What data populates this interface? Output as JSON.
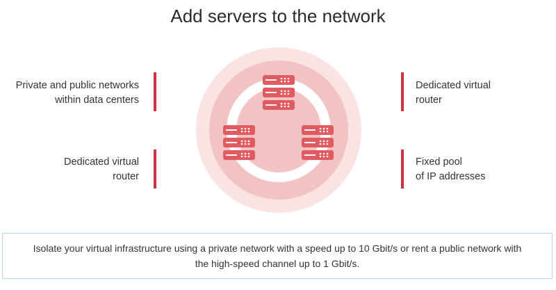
{
  "title": "Add servers to the network",
  "features": {
    "left_top": [
      "Private and public networks",
      "within data centers"
    ],
    "left_bottom": [
      "Dedicated virtual",
      "router"
    ],
    "right_top": [
      "Dedicated virtual",
      "router"
    ],
    "right_bottom": [
      "Fixed pool",
      "of IP addresses"
    ]
  },
  "footer": {
    "line1": "Isolate your virtual infrastructure using a private network with a speed up to 10 Gbit/s or rent a public network with",
    "line2": "the high-speed channel up to 1 Gbit/s."
  },
  "colors": {
    "accent": "#cc3340",
    "server": "#e05a62",
    "outer_circle": "#f9e3e3",
    "inner_circle": "#f2c3c3"
  },
  "icons": [
    "server-icon",
    "server-icon",
    "server-icon"
  ]
}
